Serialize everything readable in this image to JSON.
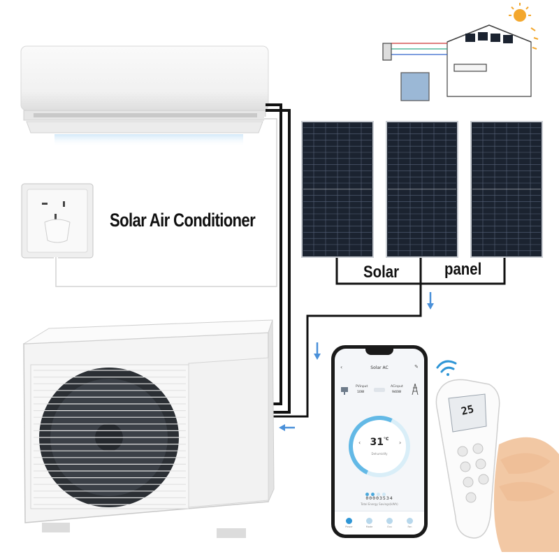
{
  "title": "Solar Air Conditioner",
  "panel_labels": {
    "solar": "Solar",
    "panel": "panel"
  },
  "app": {
    "title": "Solar AC",
    "back_icon": "back-chevron-icon",
    "edit_icon": "edit-pencil-icon",
    "pv_input_label": "PVinput",
    "pv_input_value": "10W",
    "ac_input_label": "ACinput",
    "ac_input_value": "940W",
    "temperature": "31",
    "temperature_unit": "°C",
    "temp_down": "‹",
    "temp_up": "›",
    "temp_sub": "Dehumidify",
    "energy_counter": "00003534",
    "energy_sub": "Total Energy Savings(kWh)",
    "nav": [
      {
        "label": "Power",
        "icon": "power-icon",
        "active": true
      },
      {
        "label": "Mode",
        "icon": "snowflake-icon",
        "active": false
      },
      {
        "label": "Eco",
        "icon": "eco-icon",
        "active": false
      },
      {
        "label": "Fan",
        "icon": "fan-icon",
        "active": false
      }
    ]
  },
  "remote": {
    "display_temperature": "25"
  },
  "colors": {
    "arrow_blue": "#4a90d9",
    "cable_black": "#111111",
    "panel_cell": "#1c2430",
    "app_accent": "#2f96d6"
  }
}
